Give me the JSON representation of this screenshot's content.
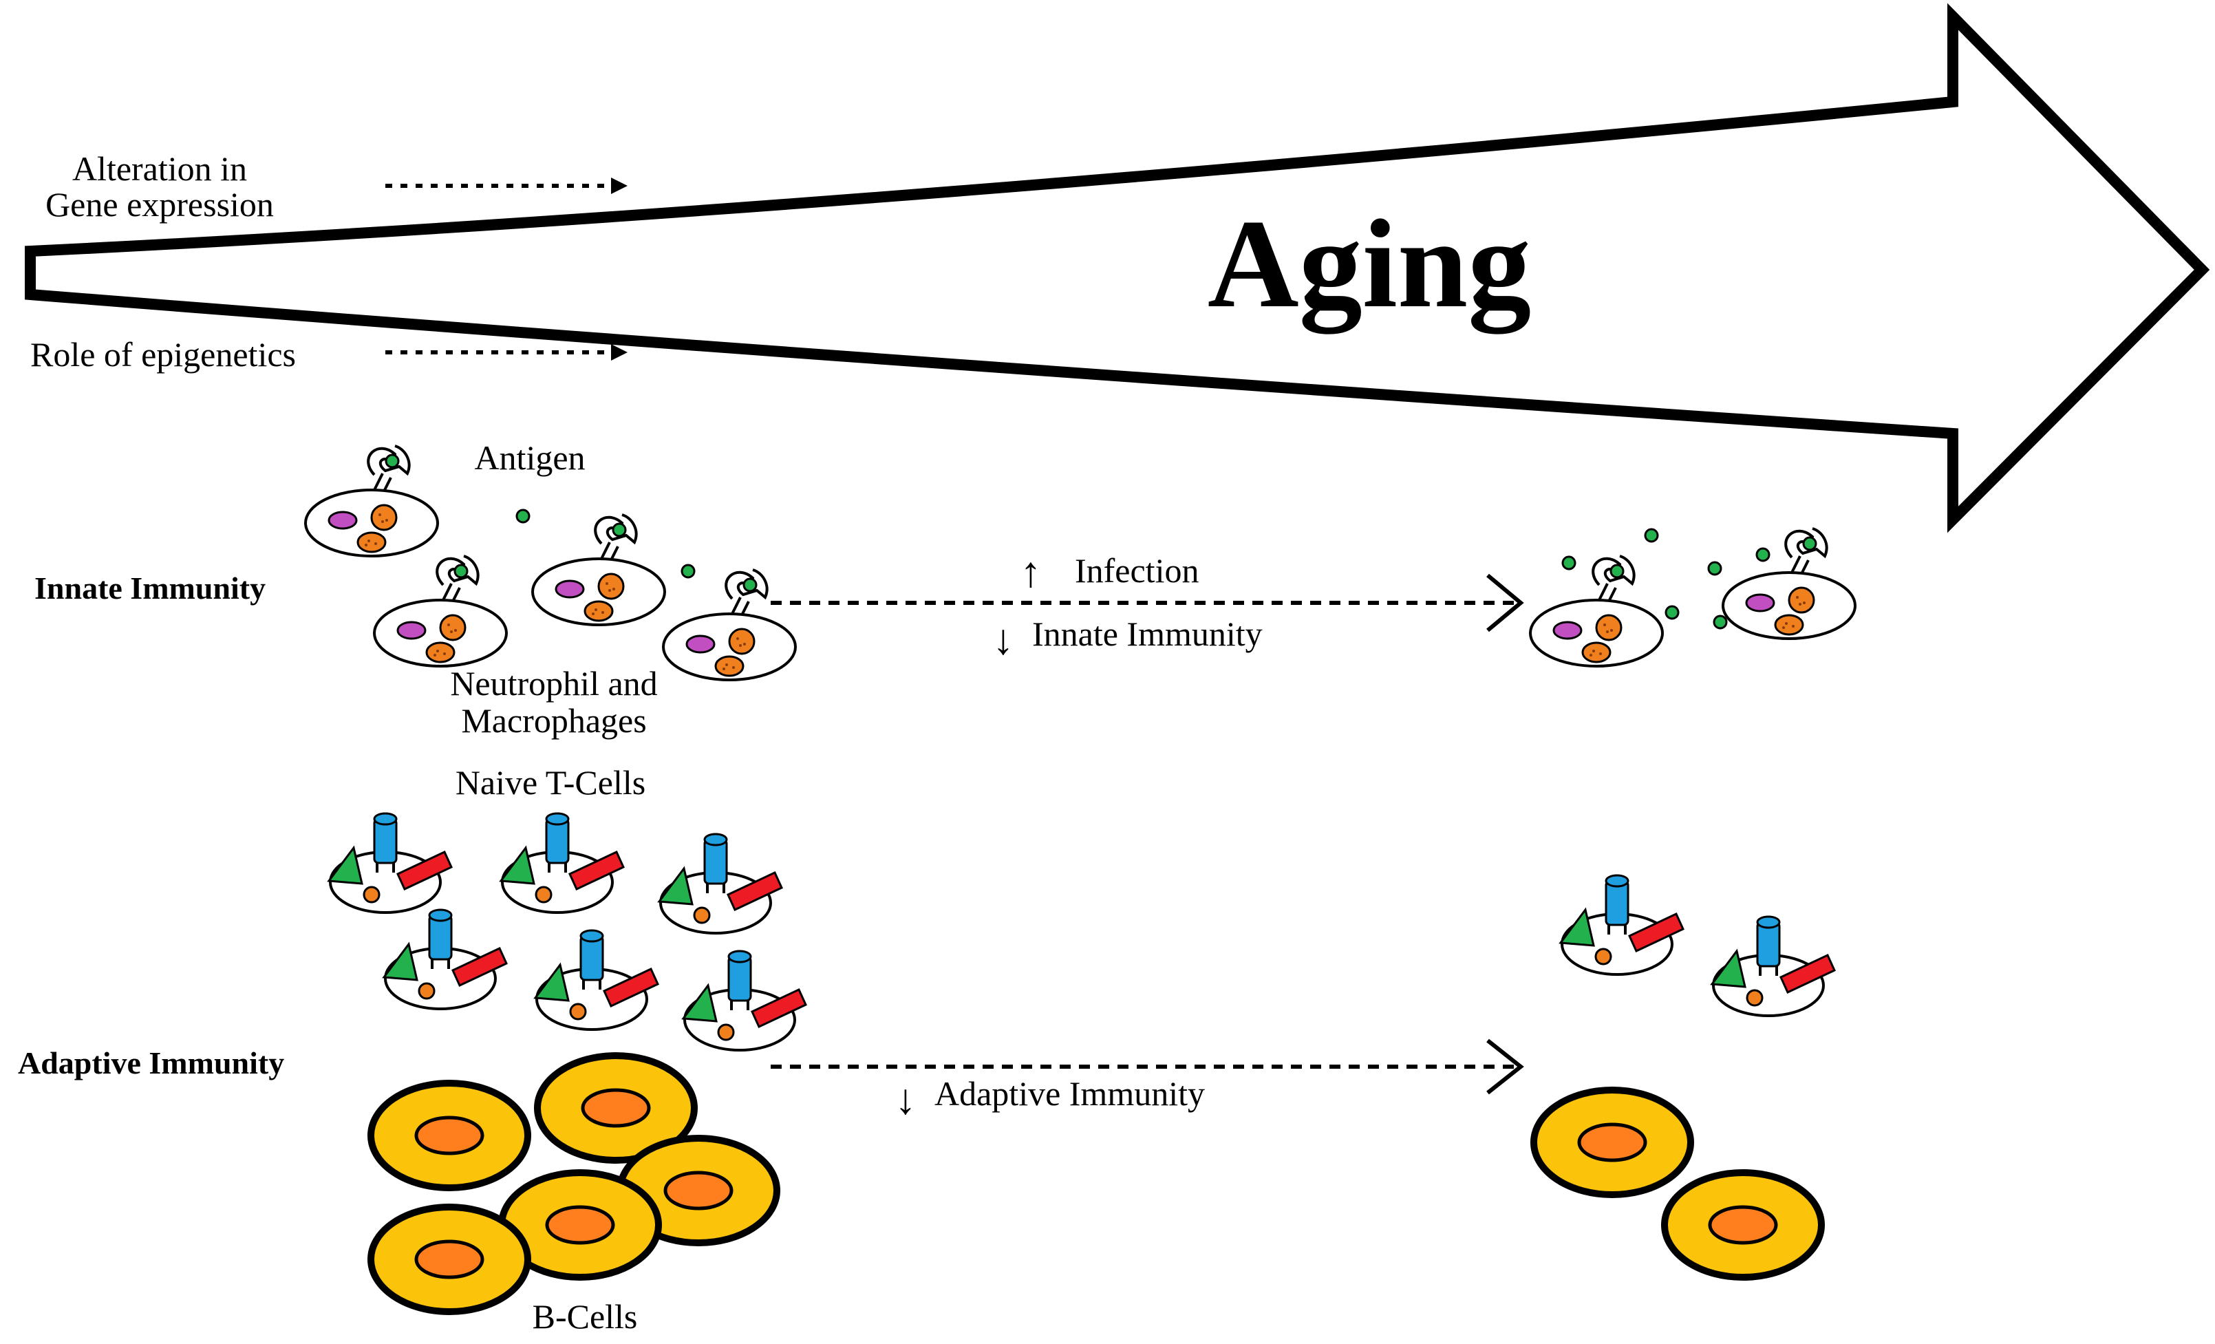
{
  "title": "Aging",
  "left_notes": {
    "alteration_line1": "Alteration in",
    "alteration_line2": "Gene expression",
    "epigenetics": "Role of epigenetics"
  },
  "innate": {
    "section_label": "Innate Immunity",
    "antigen_label": "Antigen",
    "cells_line1": "Neutrophil and",
    "cells_line2": "Macrophages",
    "effect_up": "Infection",
    "effect_down": "Innate Immunity"
  },
  "adaptive": {
    "section_label": "Adaptive Immunity",
    "tcell_label": "Naive T-Cells",
    "bcell_label": "B-Cells",
    "effect_down": "Adaptive Immunity"
  },
  "counts": {
    "phagocytes_young": 4,
    "phagocytes_aged": 2,
    "tcells_young": 6,
    "tcells_aged": 2,
    "bcells_young": 5,
    "bcells_aged": 2
  },
  "colors": {
    "outline": "#000000",
    "nucleus_orange": "#f07f1e",
    "granule_purple": "#c14fc1",
    "antigen_green": "#22b14c",
    "receptor_blue": "#1f9ee0",
    "receptor_red": "#ed1c24",
    "receptor_green": "#22b14c",
    "bcell_body": "#fcc30b",
    "bcell_nucleus": "#ff7f1e",
    "cell_fill": "#ffffff"
  }
}
